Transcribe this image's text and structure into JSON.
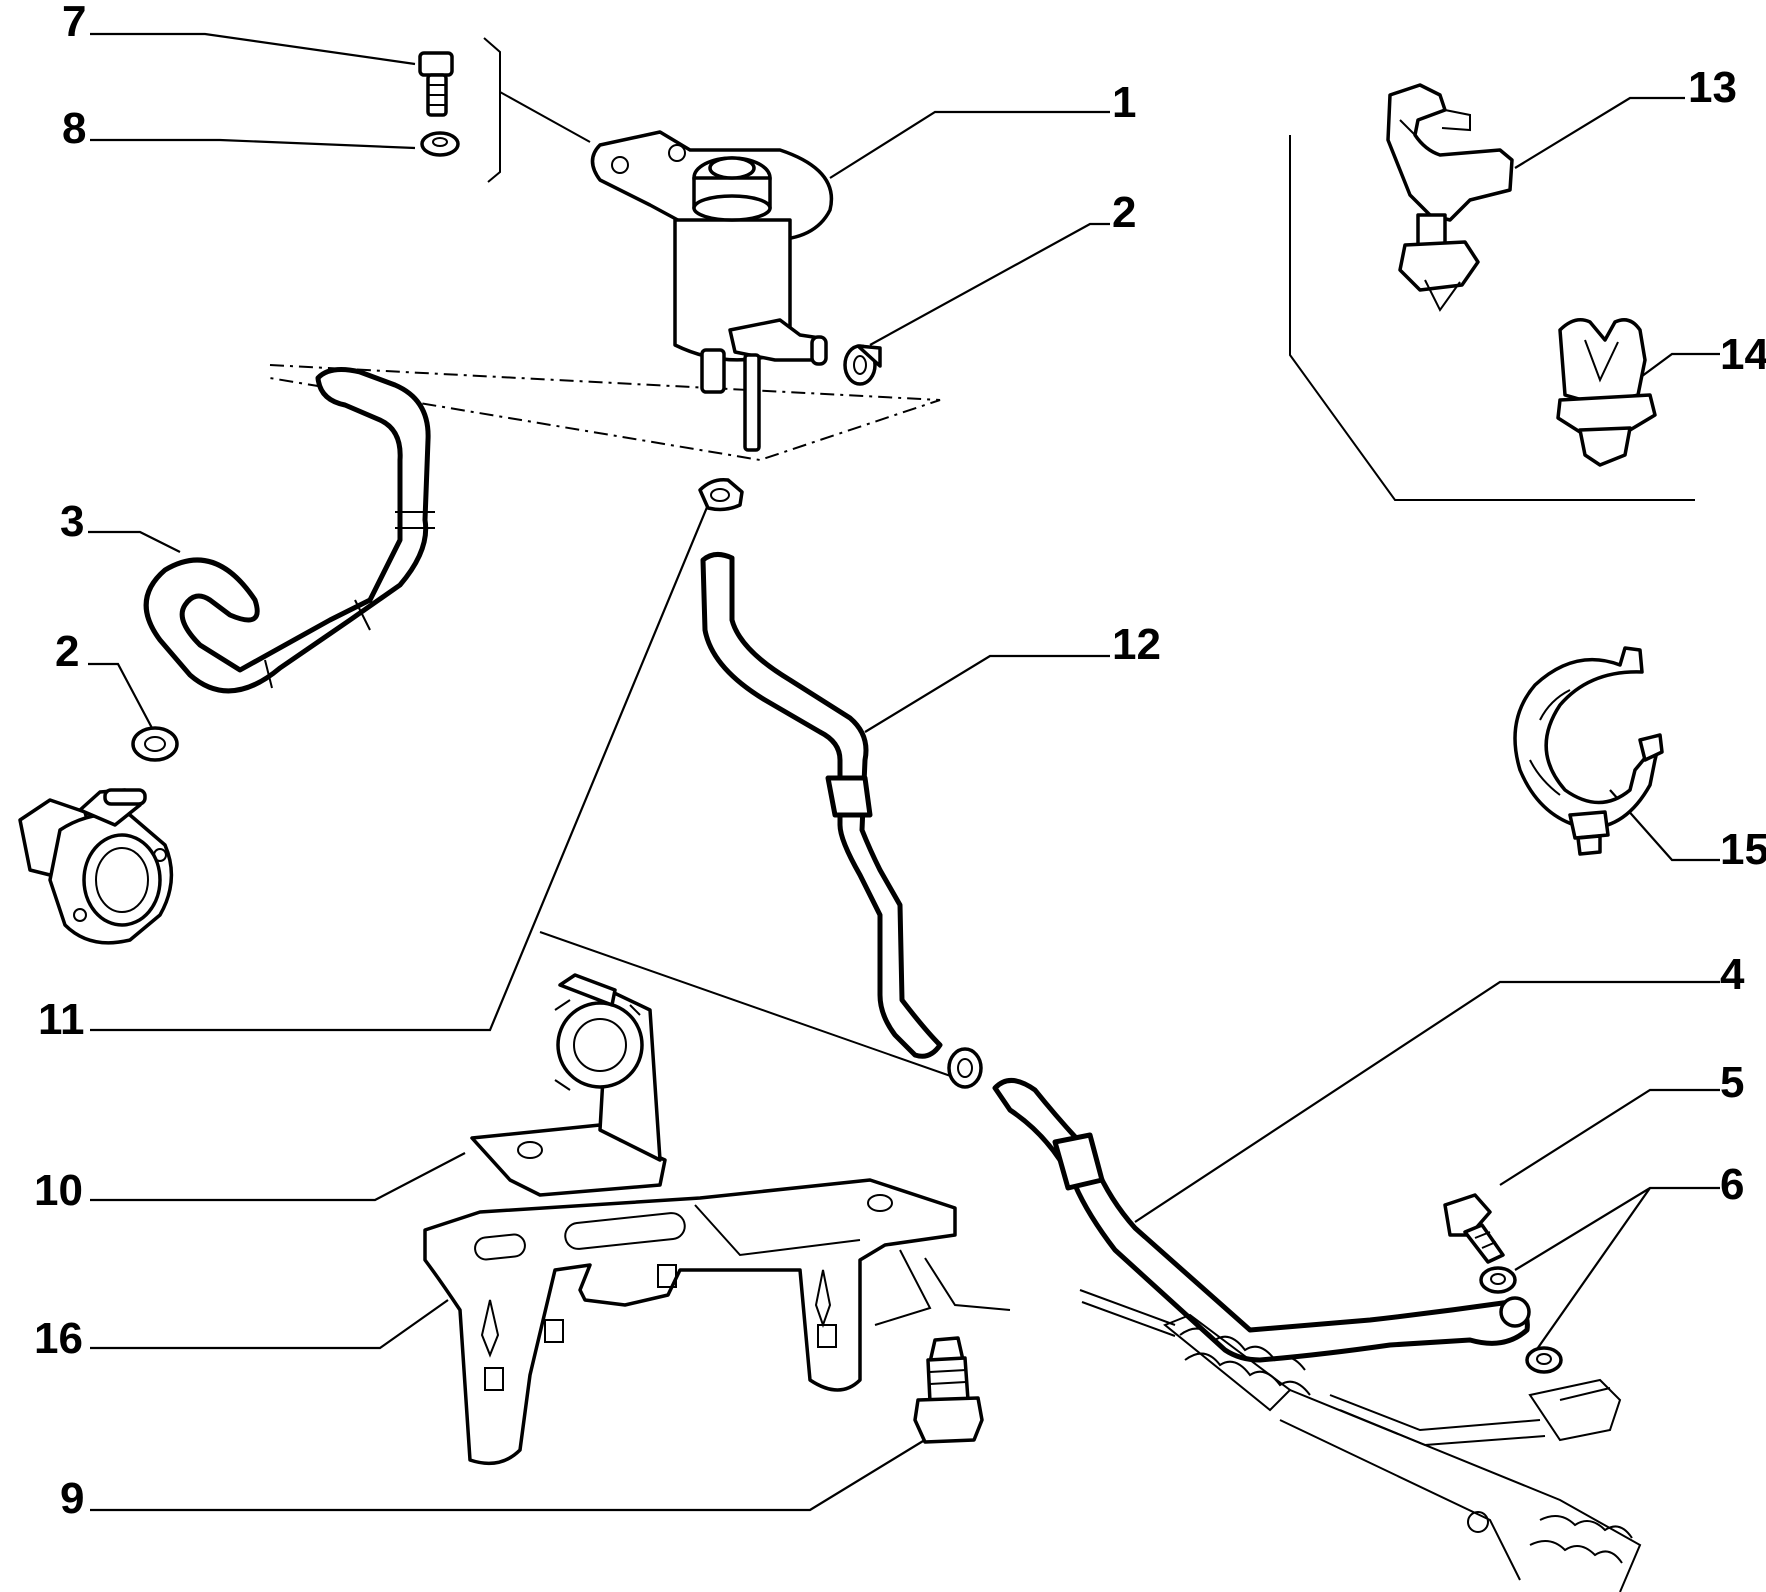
{
  "callouts": {
    "c1": "1",
    "c2a": "2",
    "c2b": "2",
    "c3": "3",
    "c4": "4",
    "c5": "5",
    "c6": "6",
    "c7": "7",
    "c8": "8",
    "c9": "9",
    "c10": "10",
    "c11": "11",
    "c12": "12",
    "c13": "13",
    "c14": "14",
    "c15": "15",
    "c16": "16"
  }
}
